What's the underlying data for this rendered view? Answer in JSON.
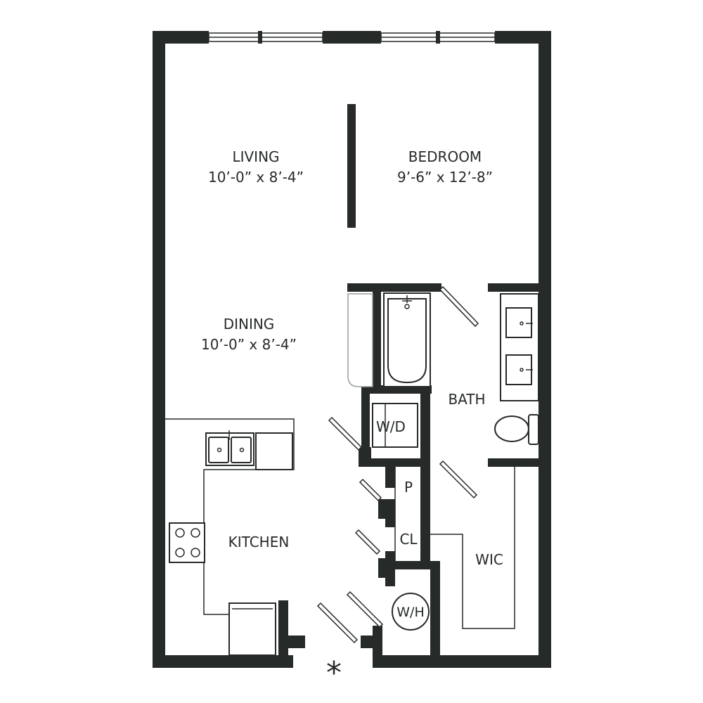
{
  "rooms": {
    "living": {
      "name": "LIVING",
      "size": "10’-0” x 8’-4”"
    },
    "bedroom": {
      "name": "BEDROOM",
      "size": "9’-6” x 12’-8”"
    },
    "dining": {
      "name": "DINING",
      "size": "10’-0” x 8’-4”"
    },
    "bath": {
      "name": "BATH"
    },
    "kitchen": {
      "name": "KITCHEN"
    },
    "wic": {
      "name": "WIC"
    }
  },
  "fixtures": {
    "washer_dryer": "W/D",
    "pantry": "P",
    "closet": "CL",
    "water_heater": "W/H"
  },
  "entry_marker": "*",
  "colors": {
    "wall": "#262a29",
    "background": "#ffffff"
  }
}
